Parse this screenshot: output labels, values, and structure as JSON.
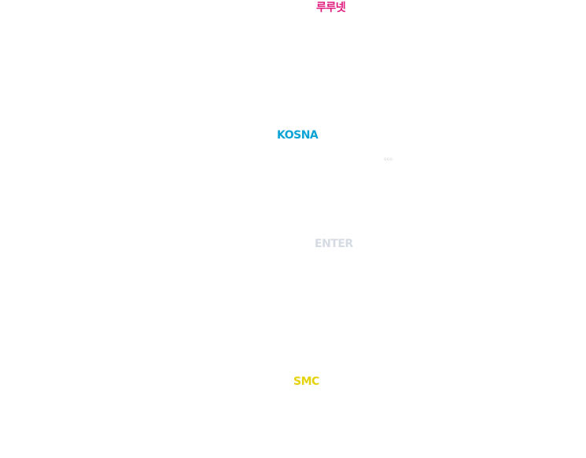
{
  "brands": {
    "lurunet": {
      "label": "루루넷",
      "color": "#e0197d"
    },
    "kosna": {
      "label": "KOSNA",
      "color": "#0aa3d6"
    },
    "enter": {
      "label": "ENTER",
      "color": "#d6dbe3"
    },
    "smc": {
      "label": "SMC",
      "color": "#e6d20a"
    }
  },
  "tiny_mark": {
    "label": "ooo"
  }
}
